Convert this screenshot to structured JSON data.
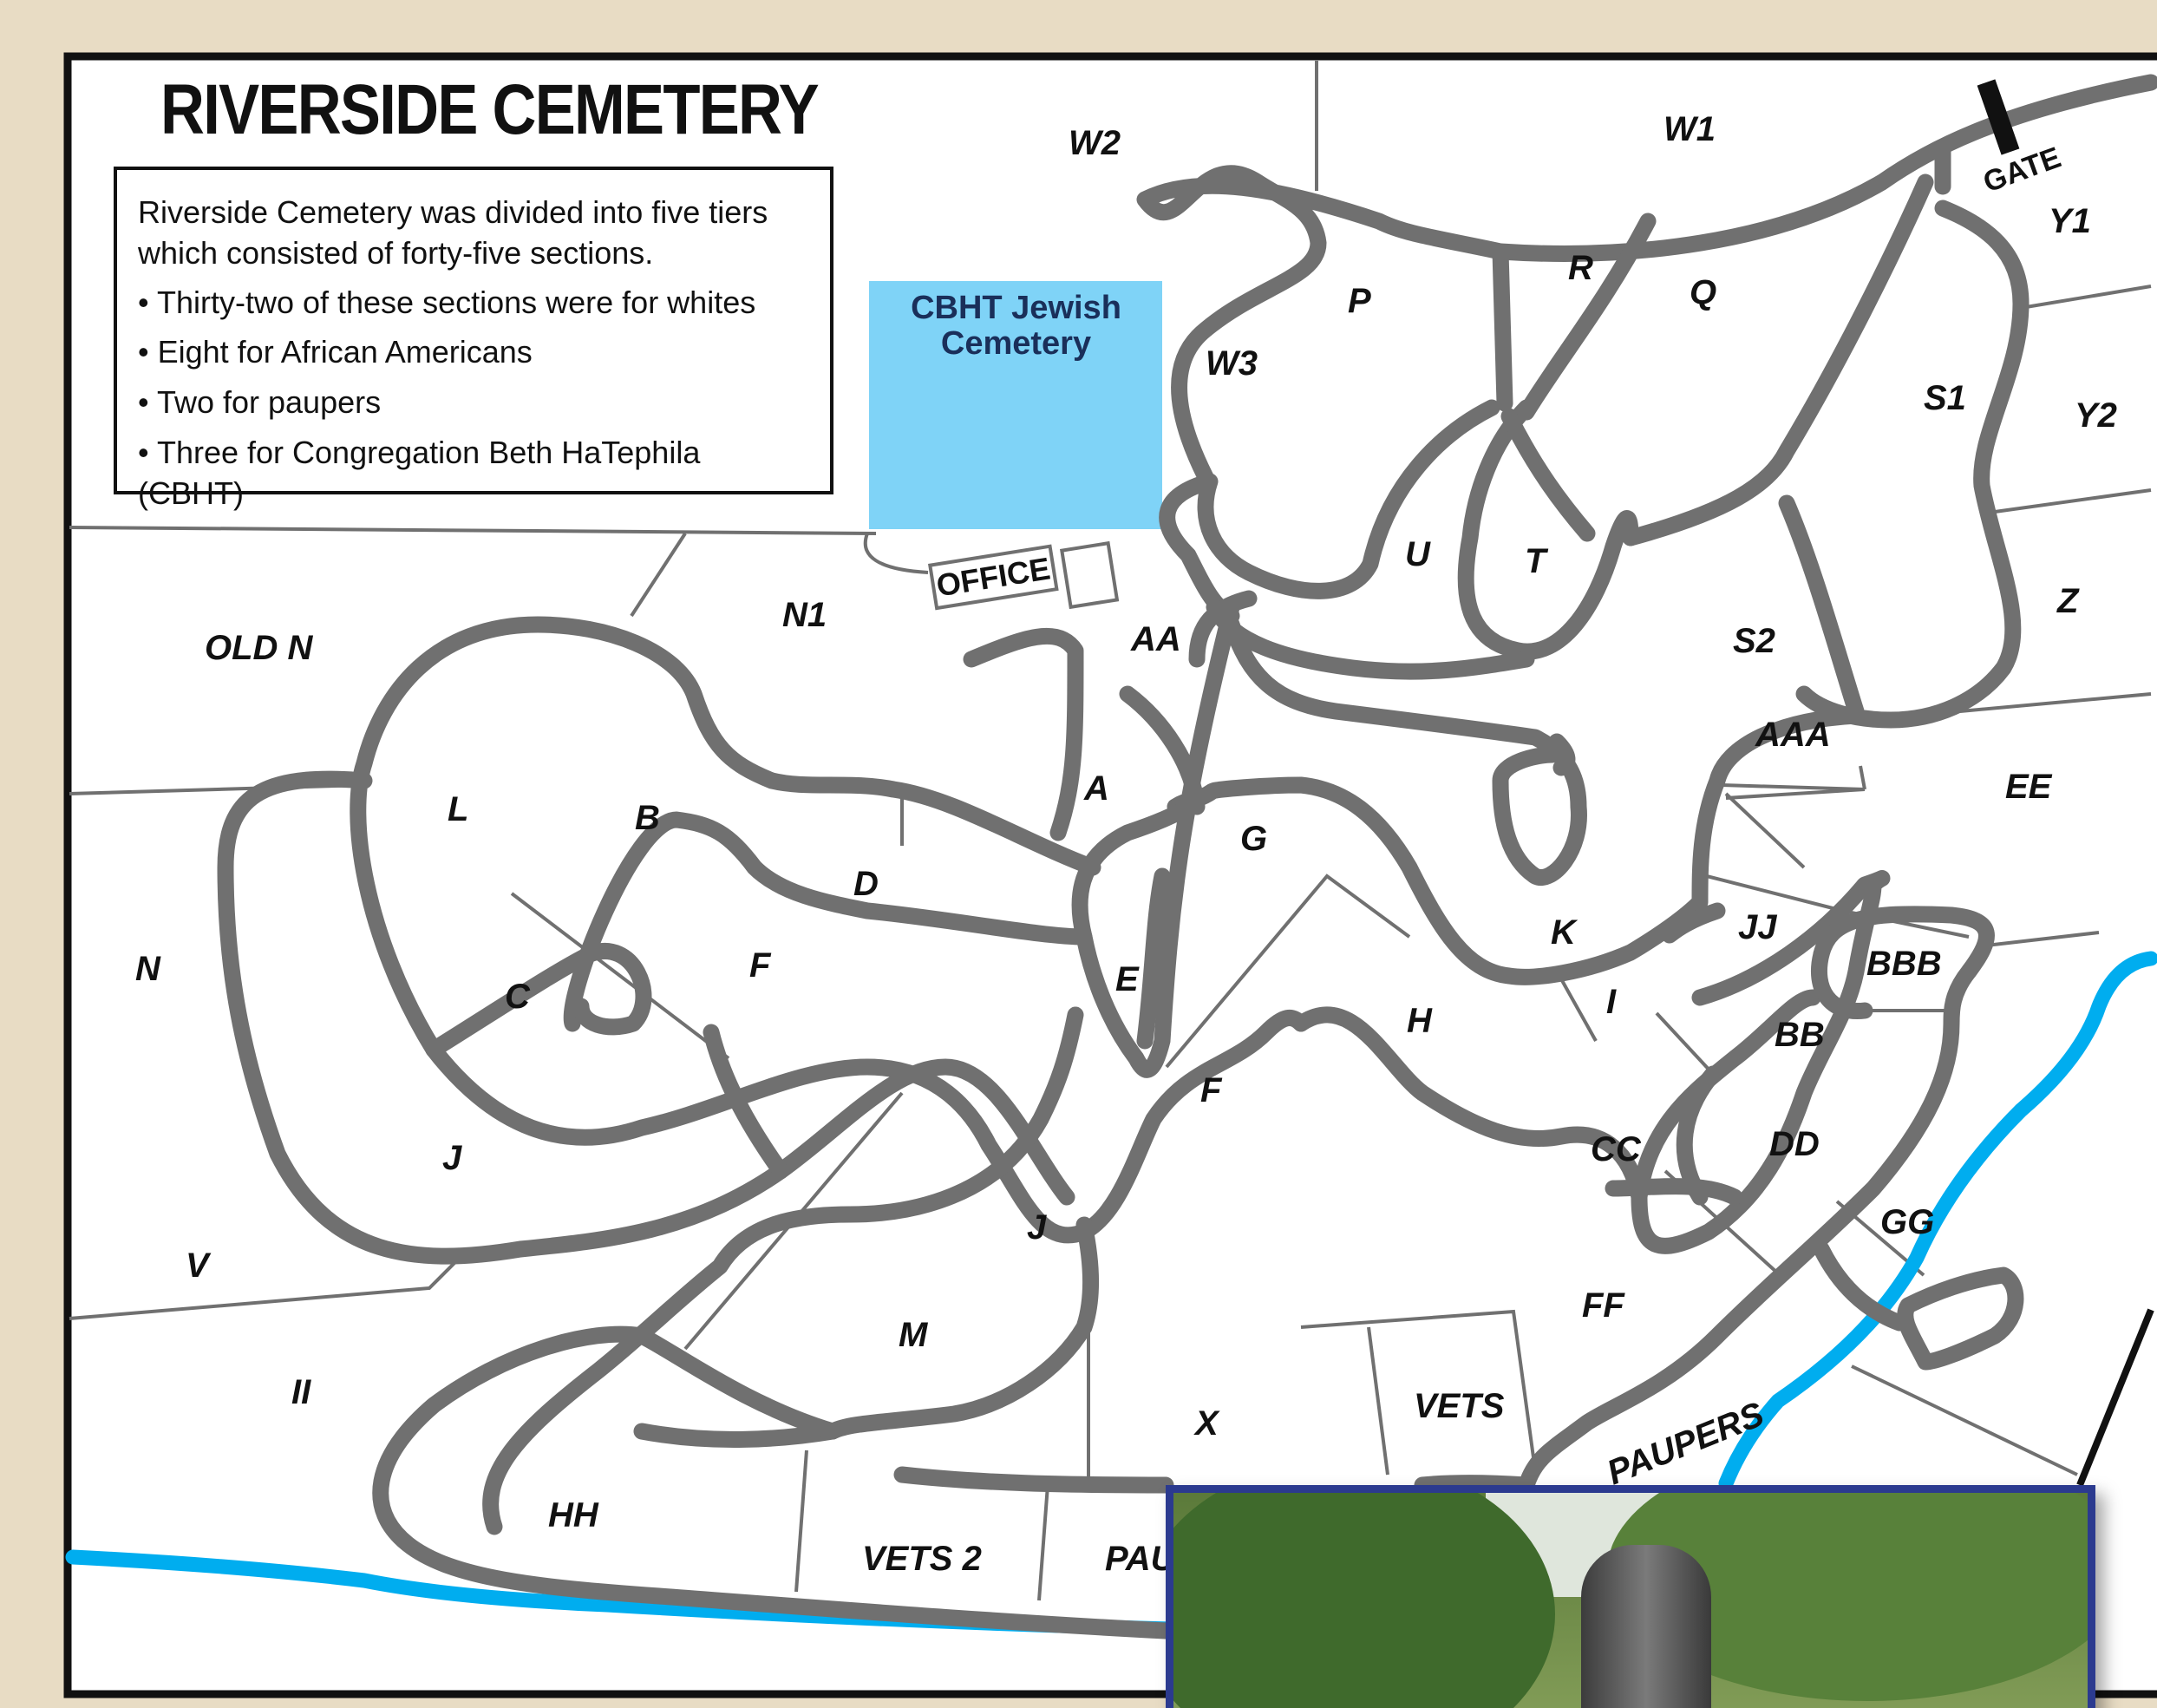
{
  "title": "RIVERSIDE CEMETERY",
  "info": {
    "intro": "Riverside Cemetery was divided into five tiers which consisted of forty-five sections.",
    "bullets": [
      "Thirty-two of these sections were for whites",
      "Eight for African Americans",
      "Two for paupers",
      "Three for Congregation Beth HaTephila (CBHT)"
    ]
  },
  "jewish_cemetery": {
    "line1": "CBHT Jewish",
    "line2": "Cemetery"
  },
  "office_label": "OFFICE",
  "gate_label": "GATE",
  "sections": {
    "w2": "W2",
    "w1": "W1",
    "y1": "Y1",
    "y2": "Y2",
    "w3": "W3",
    "p": "P",
    "r": "R",
    "q": "Q",
    "s1": "S1",
    "u": "U",
    "t": "T",
    "z": "Z",
    "old_n": "OLD N",
    "n1": "N1",
    "aa": "AA",
    "s2": "S2",
    "aaa": "AAA",
    "ee": "EE",
    "a": "A",
    "l": "L",
    "b": "B",
    "g": "G",
    "d": "D",
    "n": "N",
    "c": "C",
    "f_upper": "F",
    "e": "E",
    "k": "K",
    "jj": "JJ",
    "bbb": "BBB",
    "i": "I",
    "h": "H",
    "bb": "BB",
    "f_lower": "F",
    "cc": "CC",
    "dd": "DD",
    "j_left": "J",
    "j_mid": "J",
    "gg": "GG",
    "v": "V",
    "ff": "FF",
    "m": "M",
    "ii": "II",
    "x": "X",
    "vets": "VETS",
    "paupers": "PAUPERS",
    "hh": "HH",
    "vets2": "VETS 2",
    "pau": "PAU"
  },
  "colors": {
    "background": "#e8dcc4",
    "road": "#707070",
    "river": "#00adef",
    "jewish_cemetery_fill": "#7fd3f7",
    "photo_border": "#2b3a8f"
  }
}
